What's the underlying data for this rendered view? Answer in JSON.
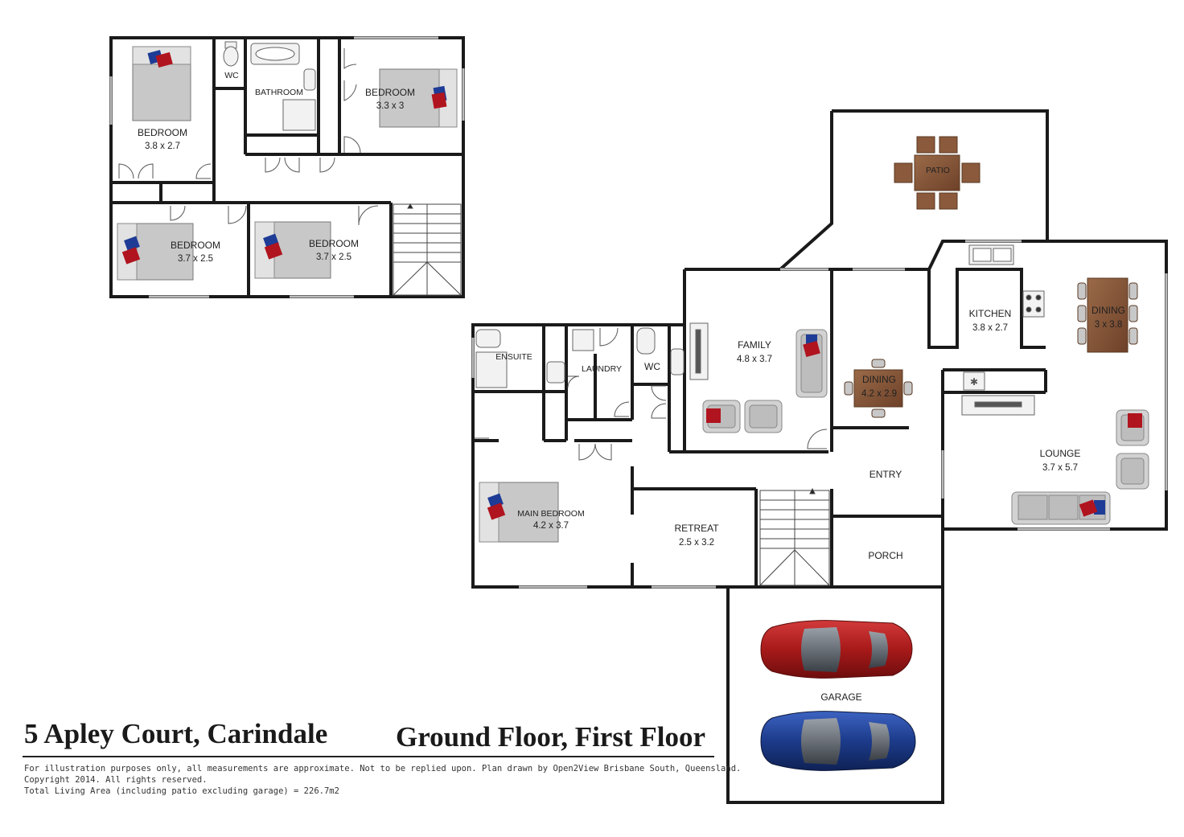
{
  "title": {
    "address": "5 Apley Court, Carindale",
    "floors": "Ground Floor, First Floor"
  },
  "disclaimer": {
    "line1": "For illustration purposes only, all measurements are approximate. Not to be replied upon. Plan drawn by Open2View Brisbane South, Queensland.",
    "line2": "Copyright 2014. All rights reserved.",
    "line3": "Total Living Area (including patio excluding garage) = 226.7m2"
  },
  "first_floor": {
    "bedroom_nw": {
      "name": "BEDROOM",
      "size": "3.8 x 2.7"
    },
    "wc": {
      "name": "WC"
    },
    "bathroom": {
      "name": "BATHROOM"
    },
    "bedroom_ne": {
      "name": "BEDROOM",
      "size": "3.3 x 3"
    },
    "bedroom_sw": {
      "name": "BEDROOM",
      "size": "3.7 x 2.5"
    },
    "bedroom_s": {
      "name": "BEDROOM",
      "size": "3.7 x 2.5"
    }
  },
  "ground_floor": {
    "patio": {
      "name": "PATIO"
    },
    "kitchen": {
      "name": "KITCHEN",
      "size": "3.8 x 2.7"
    },
    "dining_east": {
      "name": "DINING",
      "size": "3 x 3.8"
    },
    "family": {
      "name": "FAMILY",
      "size": "4.8 x 3.7"
    },
    "dining_central": {
      "name": "DINING",
      "size": "4.2 x 2.9"
    },
    "ensuite": {
      "name": "ENSUITE"
    },
    "laundry": {
      "name": "LAUNDRY"
    },
    "wc": {
      "name": "WC"
    },
    "lounge": {
      "name": "LOUNGE",
      "size": "3.7 x 5.7"
    },
    "entry": {
      "name": "ENTRY"
    },
    "main_bedroom": {
      "name": "MAIN BEDROOM",
      "size": "4.2 x 3.7"
    },
    "retreat": {
      "name": "RETREAT",
      "size": "2.5 x 3.2"
    },
    "porch": {
      "name": "PORCH"
    },
    "garage": {
      "name": "GARAGE"
    }
  },
  "colors": {
    "wall": "#1a1a1a",
    "bed": "#c8c8c8",
    "furniture": "#d2d2d2",
    "table": "#8b5a3c",
    "pillow_red": "#b0141e",
    "pillow_blue": "#1e3c96",
    "car_red": "#a81a1a",
    "car_blue": "#1c3b8a"
  }
}
